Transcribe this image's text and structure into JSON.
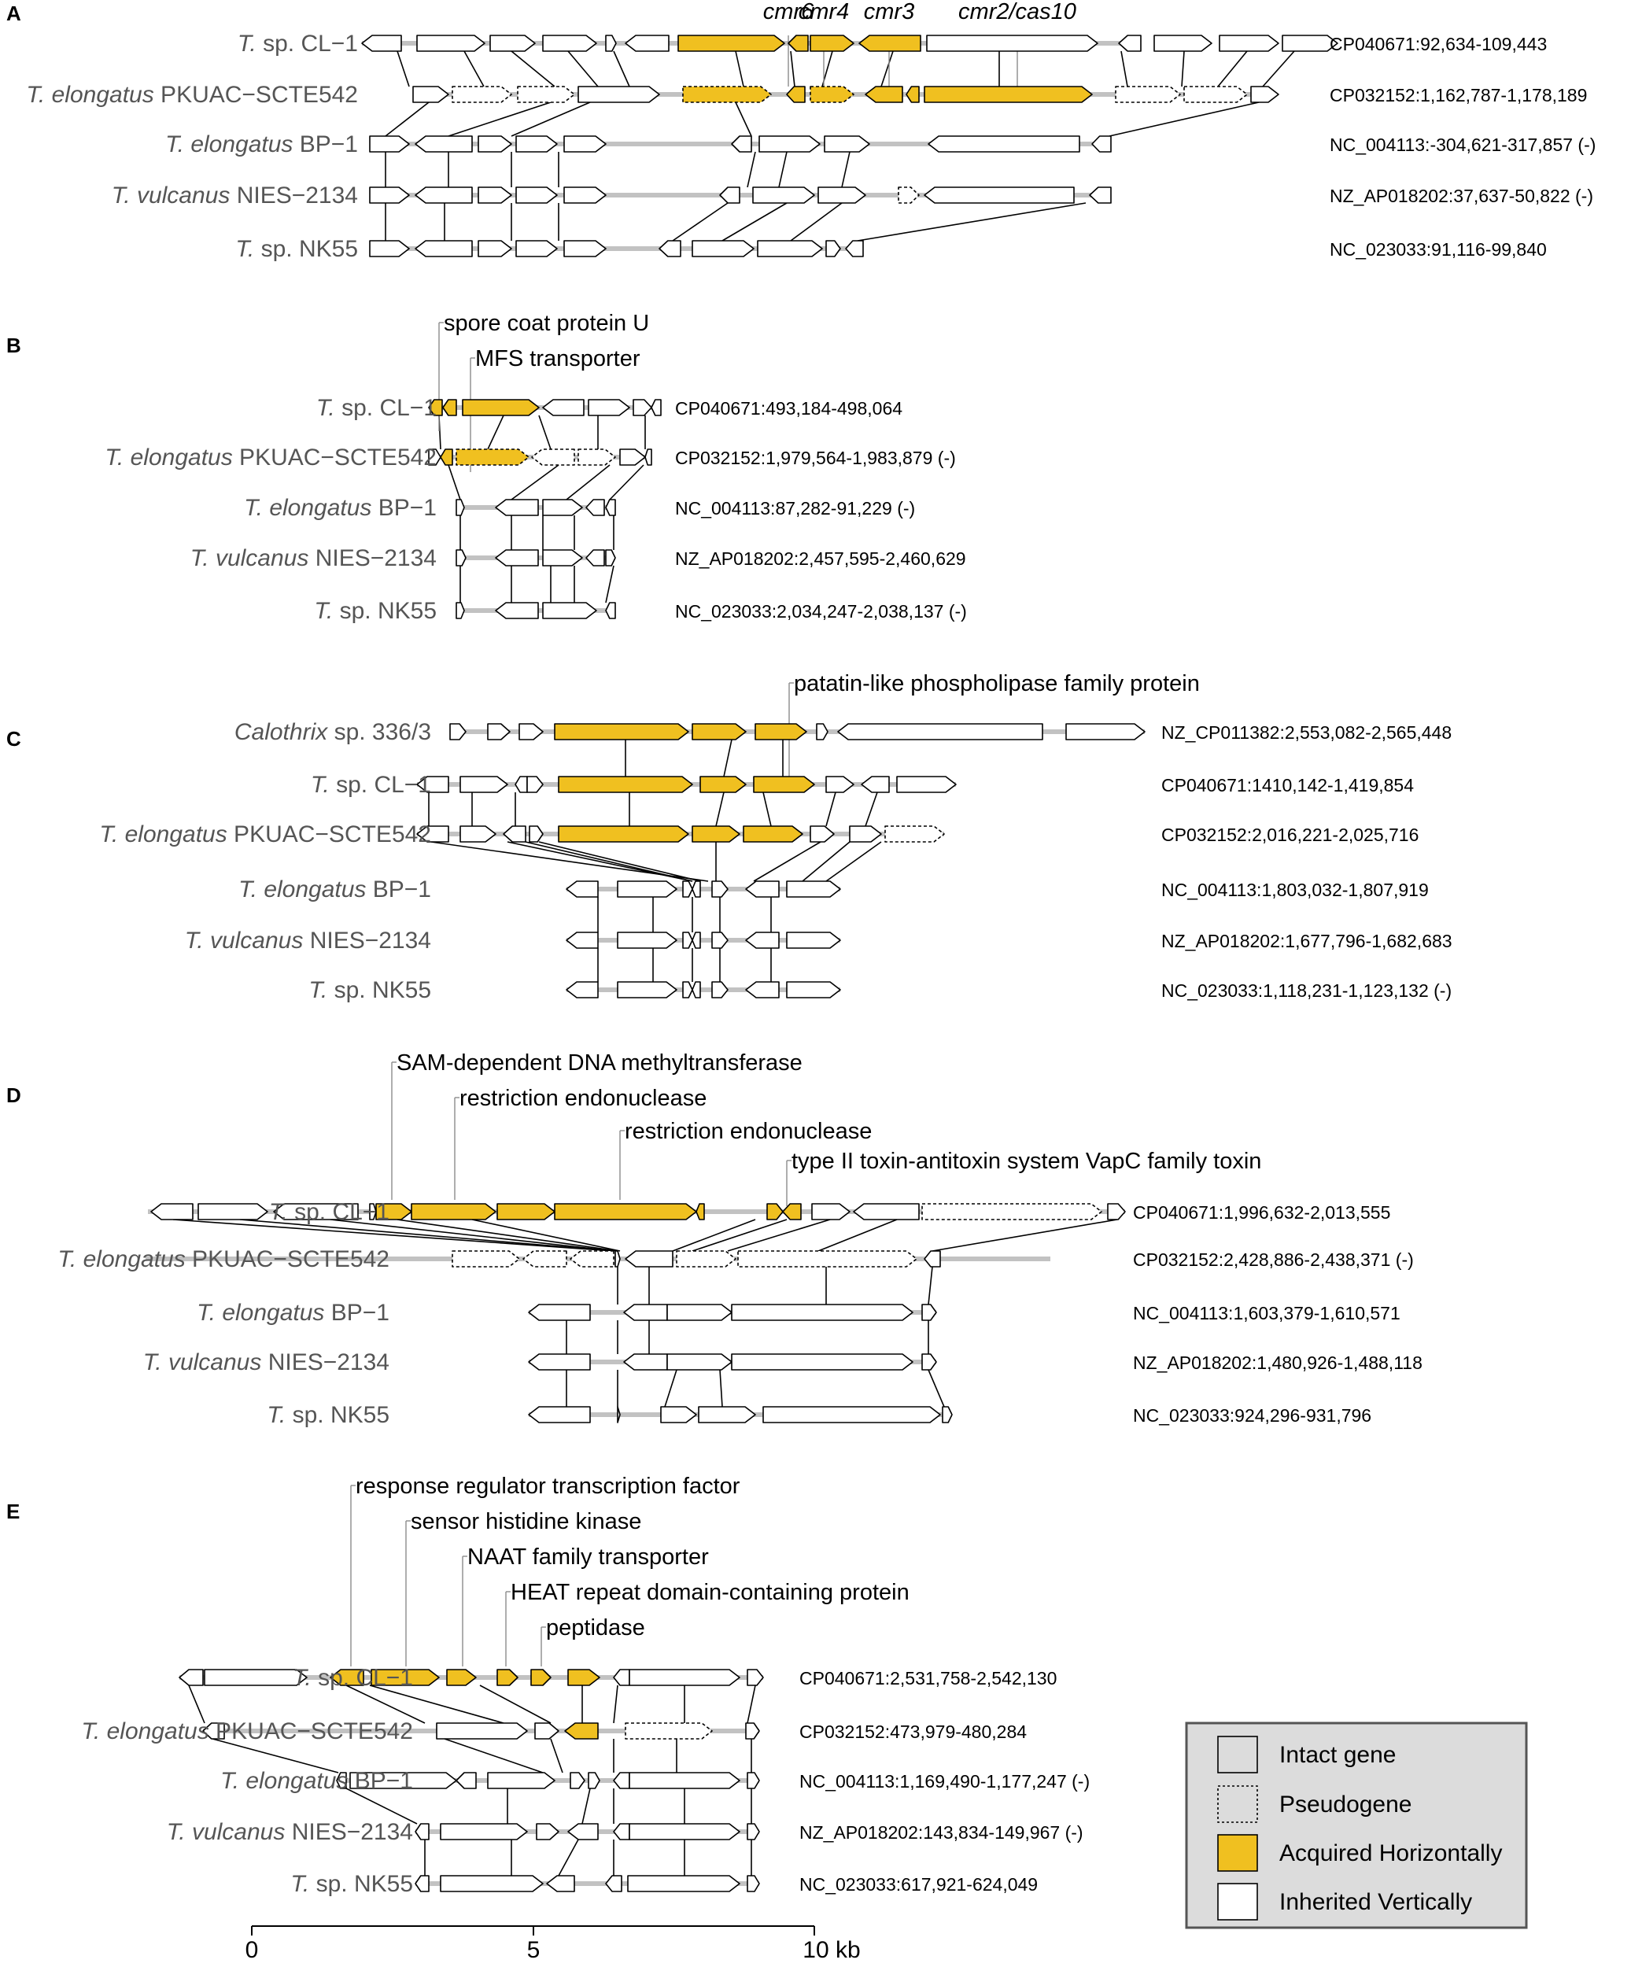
{
  "colors": {
    "acquired": "#f0c020",
    "inherited": "#ffffff",
    "stroke": "#000000",
    "backbone": "#c2c2c2",
    "connector": "#8c8c8c",
    "organism_text": "#555555"
  },
  "panels": [
    {
      "letter": "A",
      "tracks": [
        {
          "genus": "T.",
          "rest": " sp. CL−1",
          "coord": "CP040671:92,634-109,443"
        },
        {
          "genus": "T. elongatus",
          "rest": " PKUAC−SCTE542",
          "coord": "CP032152:1,162,787-1,178,189"
        },
        {
          "genus": "T. elongatus",
          "rest": " BP−1",
          "coord": "NC_004113:-304,621-317,857 (-)"
        },
        {
          "genus": "T. vulcanus",
          "rest": " NIES−2134",
          "coord": "NZ_AP018202:37,637-50,822 (-)"
        },
        {
          "genus": "T.",
          "rest": " sp. NK55",
          "coord": "NC_023033:91,116-99,840"
        }
      ],
      "annotations": [
        "cmr6",
        "cmr4",
        "cmr3",
        "cmr2/cas10"
      ]
    },
    {
      "letter": "B",
      "tracks": [
        {
          "genus": "T.",
          "rest": " sp. CL−1",
          "coord": "CP040671:493,184-498,064"
        },
        {
          "genus": "T. elongatus",
          "rest": " PKUAC−SCTE542",
          "coord": "CP032152:1,979,564-1,983,879 (-)"
        },
        {
          "genus": "T. elongatus",
          "rest": " BP−1",
          "coord": "NC_004113:87,282-91,229 (-)"
        },
        {
          "genus": "T. vulcanus",
          "rest": " NIES−2134",
          "coord": "NZ_AP018202:2,457,595-2,460,629"
        },
        {
          "genus": "T.",
          "rest": " sp. NK55",
          "coord": "NC_023033:2,034,247-2,038,137 (-)"
        }
      ],
      "annotations": [
        "spore coat protein U",
        "MFS transporter"
      ]
    },
    {
      "letter": "C",
      "tracks": [
        {
          "genus": "Calothrix",
          "rest": " sp. 336/3",
          "coord": "NZ_CP011382:2,553,082-2,565,448"
        },
        {
          "genus": "T.",
          "rest": " sp. CL−1",
          "coord": "CP040671:1410,142-1,419,854"
        },
        {
          "genus": "T. elongatus",
          "rest": " PKUAC−SCTE542",
          "coord": "CP032152:2,016,221-2,025,716"
        },
        {
          "genus": "T. elongatus",
          "rest": " BP−1",
          "coord": "NC_004113:1,803,032-1,807,919"
        },
        {
          "genus": "T. vulcanus",
          "rest": " NIES−2134",
          "coord": "NZ_AP018202:1,677,796-1,682,683"
        },
        {
          "genus": "T.",
          "rest": " sp. NK55",
          "coord": "NC_023033:1,118,231-1,123,132 (-)"
        }
      ],
      "annotations": [
        "patatin-like phospholipase family protein"
      ]
    },
    {
      "letter": "D",
      "tracks": [
        {
          "genus": "T.",
          "rest": " sp. CL−1",
          "coord": "CP040671:1,996,632-2,013,555"
        },
        {
          "genus": "T. elongatus",
          "rest": " PKUAC−SCTE542",
          "coord": "CP032152:2,428,886-2,438,371 (-)"
        },
        {
          "genus": "T. elongatus",
          "rest": " BP−1",
          "coord": "NC_004113:1,603,379-1,610,571"
        },
        {
          "genus": "T. vulcanus",
          "rest": " NIES−2134",
          "coord": "NZ_AP018202:1,480,926-1,488,118"
        },
        {
          "genus": "T.",
          "rest": " sp. NK55",
          "coord": "NC_023033:924,296-931,796"
        }
      ],
      "annotations": [
        "SAM-dependent DNA methyltransferase",
        "restriction endonuclease",
        "restriction endonuclease",
        "type II toxin-antitoxin system VapC family toxin"
      ]
    },
    {
      "letter": "E",
      "tracks": [
        {
          "genus": "T.",
          "rest": " sp. CL−1",
          "coord": "CP040671:2,531,758-2,542,130"
        },
        {
          "genus": "T. elongatus",
          "rest": " PKUAC−SCTE542",
          "coord": "CP032152:473,979-480,284"
        },
        {
          "genus": "T. elongatus",
          "rest": " BP−1",
          "coord": "NC_004113:1,169,490-1,177,247 (-)"
        },
        {
          "genus": "T. vulcanus",
          "rest": " NIES−2134",
          "coord": "NZ_AP018202:143,834-149,967 (-)"
        },
        {
          "genus": "T.",
          "rest": " sp. NK55",
          "coord": "NC_023033:617,921-624,049"
        }
      ],
      "annotations": [
        "response regulator transcription factor",
        "sensor histidine kinase",
        "NAAT family transporter",
        "HEAT repeat domain-containing protein",
        "peptidase"
      ]
    }
  ],
  "legend": {
    "items": [
      {
        "label": "Intact gene",
        "style": "solid-gray"
      },
      {
        "label": "Pseudogene",
        "style": "dotted-gray"
      },
      {
        "label": "Acquired Horizontally",
        "style": "acquired"
      },
      {
        "label": "Inherited Vertically",
        "style": "inherited"
      }
    ]
  },
  "scale_bar": {
    "ticks": [
      "0",
      "5",
      "10 kb"
    ]
  }
}
